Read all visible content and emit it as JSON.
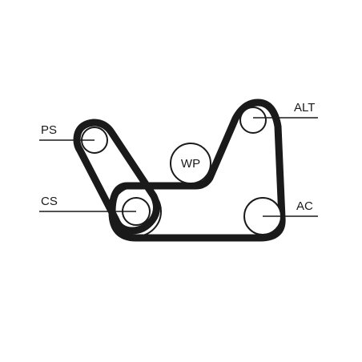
{
  "diagram": {
    "labels": {
      "ps": "PS",
      "cs": "CS",
      "wp": "WP",
      "alt": "ALT",
      "ac": "AC"
    }
  },
  "colors": {
    "belt": "#1a1a1a",
    "pulley": "#1a1a1a",
    "background": "#ffffff"
  }
}
